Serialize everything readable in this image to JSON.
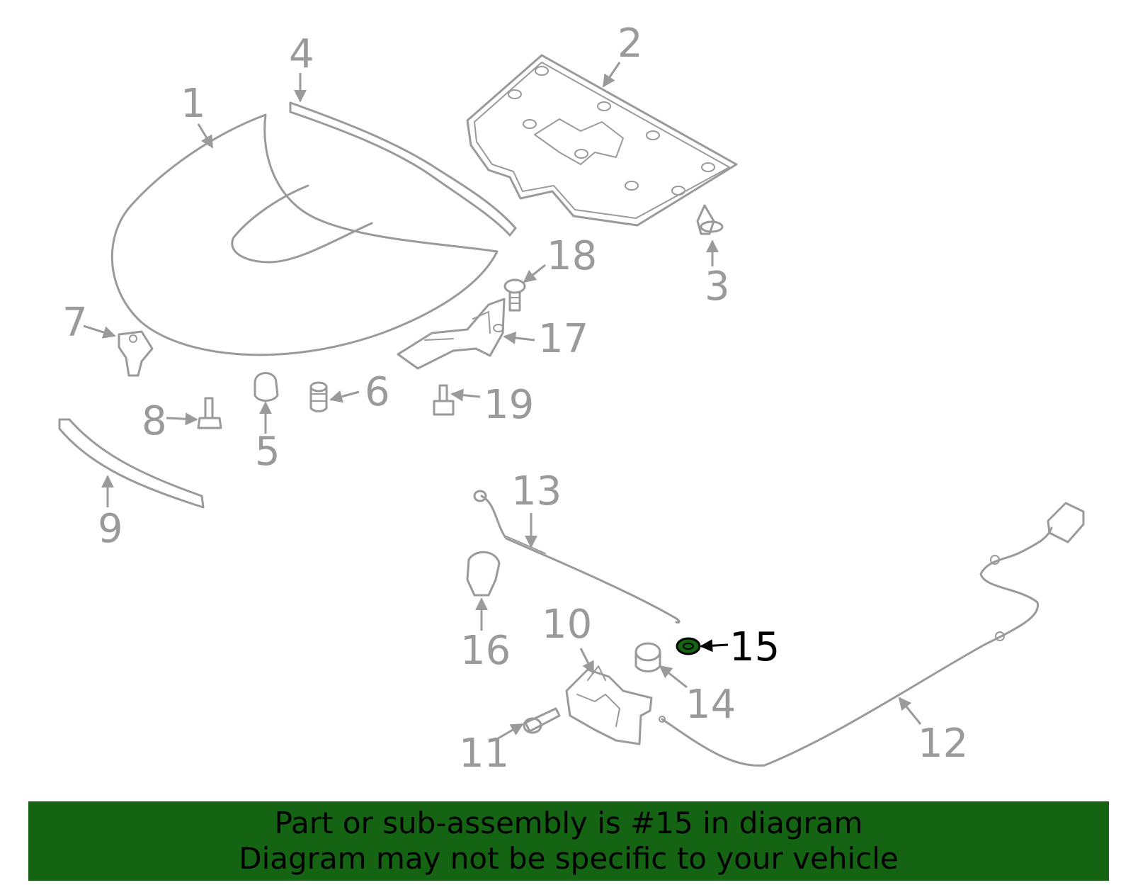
{
  "callouts": {
    "c1": "1",
    "c2": "2",
    "c3": "3",
    "c4": "4",
    "c5": "5",
    "c6": "6",
    "c7": "7",
    "c8": "8",
    "c9": "9",
    "c10": "10",
    "c11": "11",
    "c12": "12",
    "c13": "13",
    "c14": "14",
    "c15": "15",
    "c16": "16",
    "c17": "17",
    "c18": "18",
    "c19": "19"
  },
  "highlighted_part": "15",
  "colors": {
    "line": "#9a9a9a",
    "highlight_part": "#146414",
    "banner": "#146414",
    "highlight_label": "#000000"
  },
  "banner": {
    "line1": "Part or sub-assembly is #15 in diagram",
    "line2": "Diagram may not be specific to your vehicle"
  }
}
